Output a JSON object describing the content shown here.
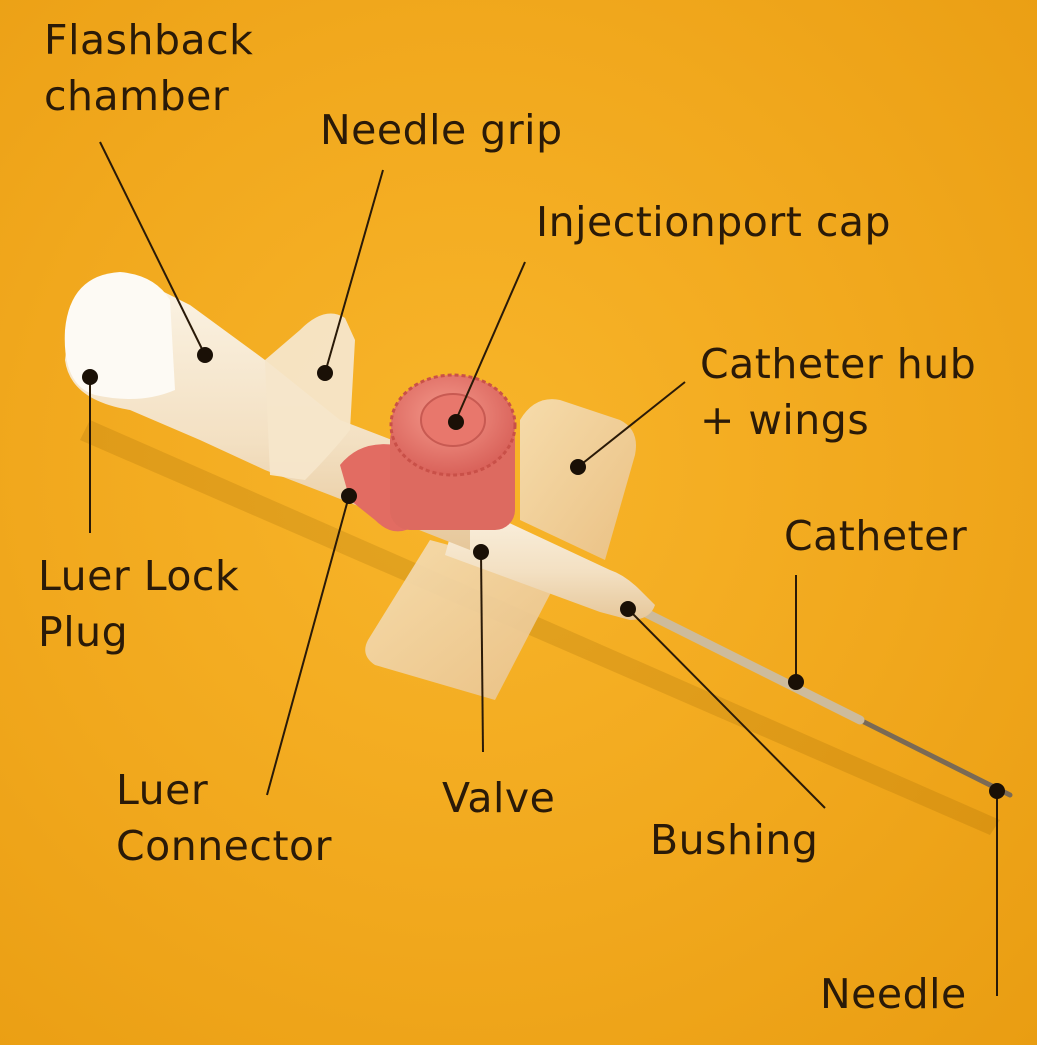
{
  "colors": {
    "background": "#f1a81d",
    "text": "#2a1a08",
    "leader_line": "#2a1a08",
    "device_body": "#f7ead2",
    "injection_cap": "#e8736a",
    "wings": "#f2d6a8"
  },
  "labels": {
    "flashback_chamber": [
      "Flashback",
      "chamber"
    ],
    "needle_grip": [
      "Needle grip"
    ],
    "injectionport_cap": [
      "Injectionport cap"
    ],
    "catheter_hub_wings": [
      "Catheter hub",
      "+ wings"
    ],
    "catheter": [
      "Catheter"
    ],
    "luer_lock_plug": [
      "Luer Lock",
      "Plug"
    ],
    "luer_connector": [
      "Luer",
      "Connector"
    ],
    "valve": [
      "Valve"
    ],
    "bushing": [
      "Bushing"
    ],
    "needle": [
      "Needle"
    ]
  }
}
